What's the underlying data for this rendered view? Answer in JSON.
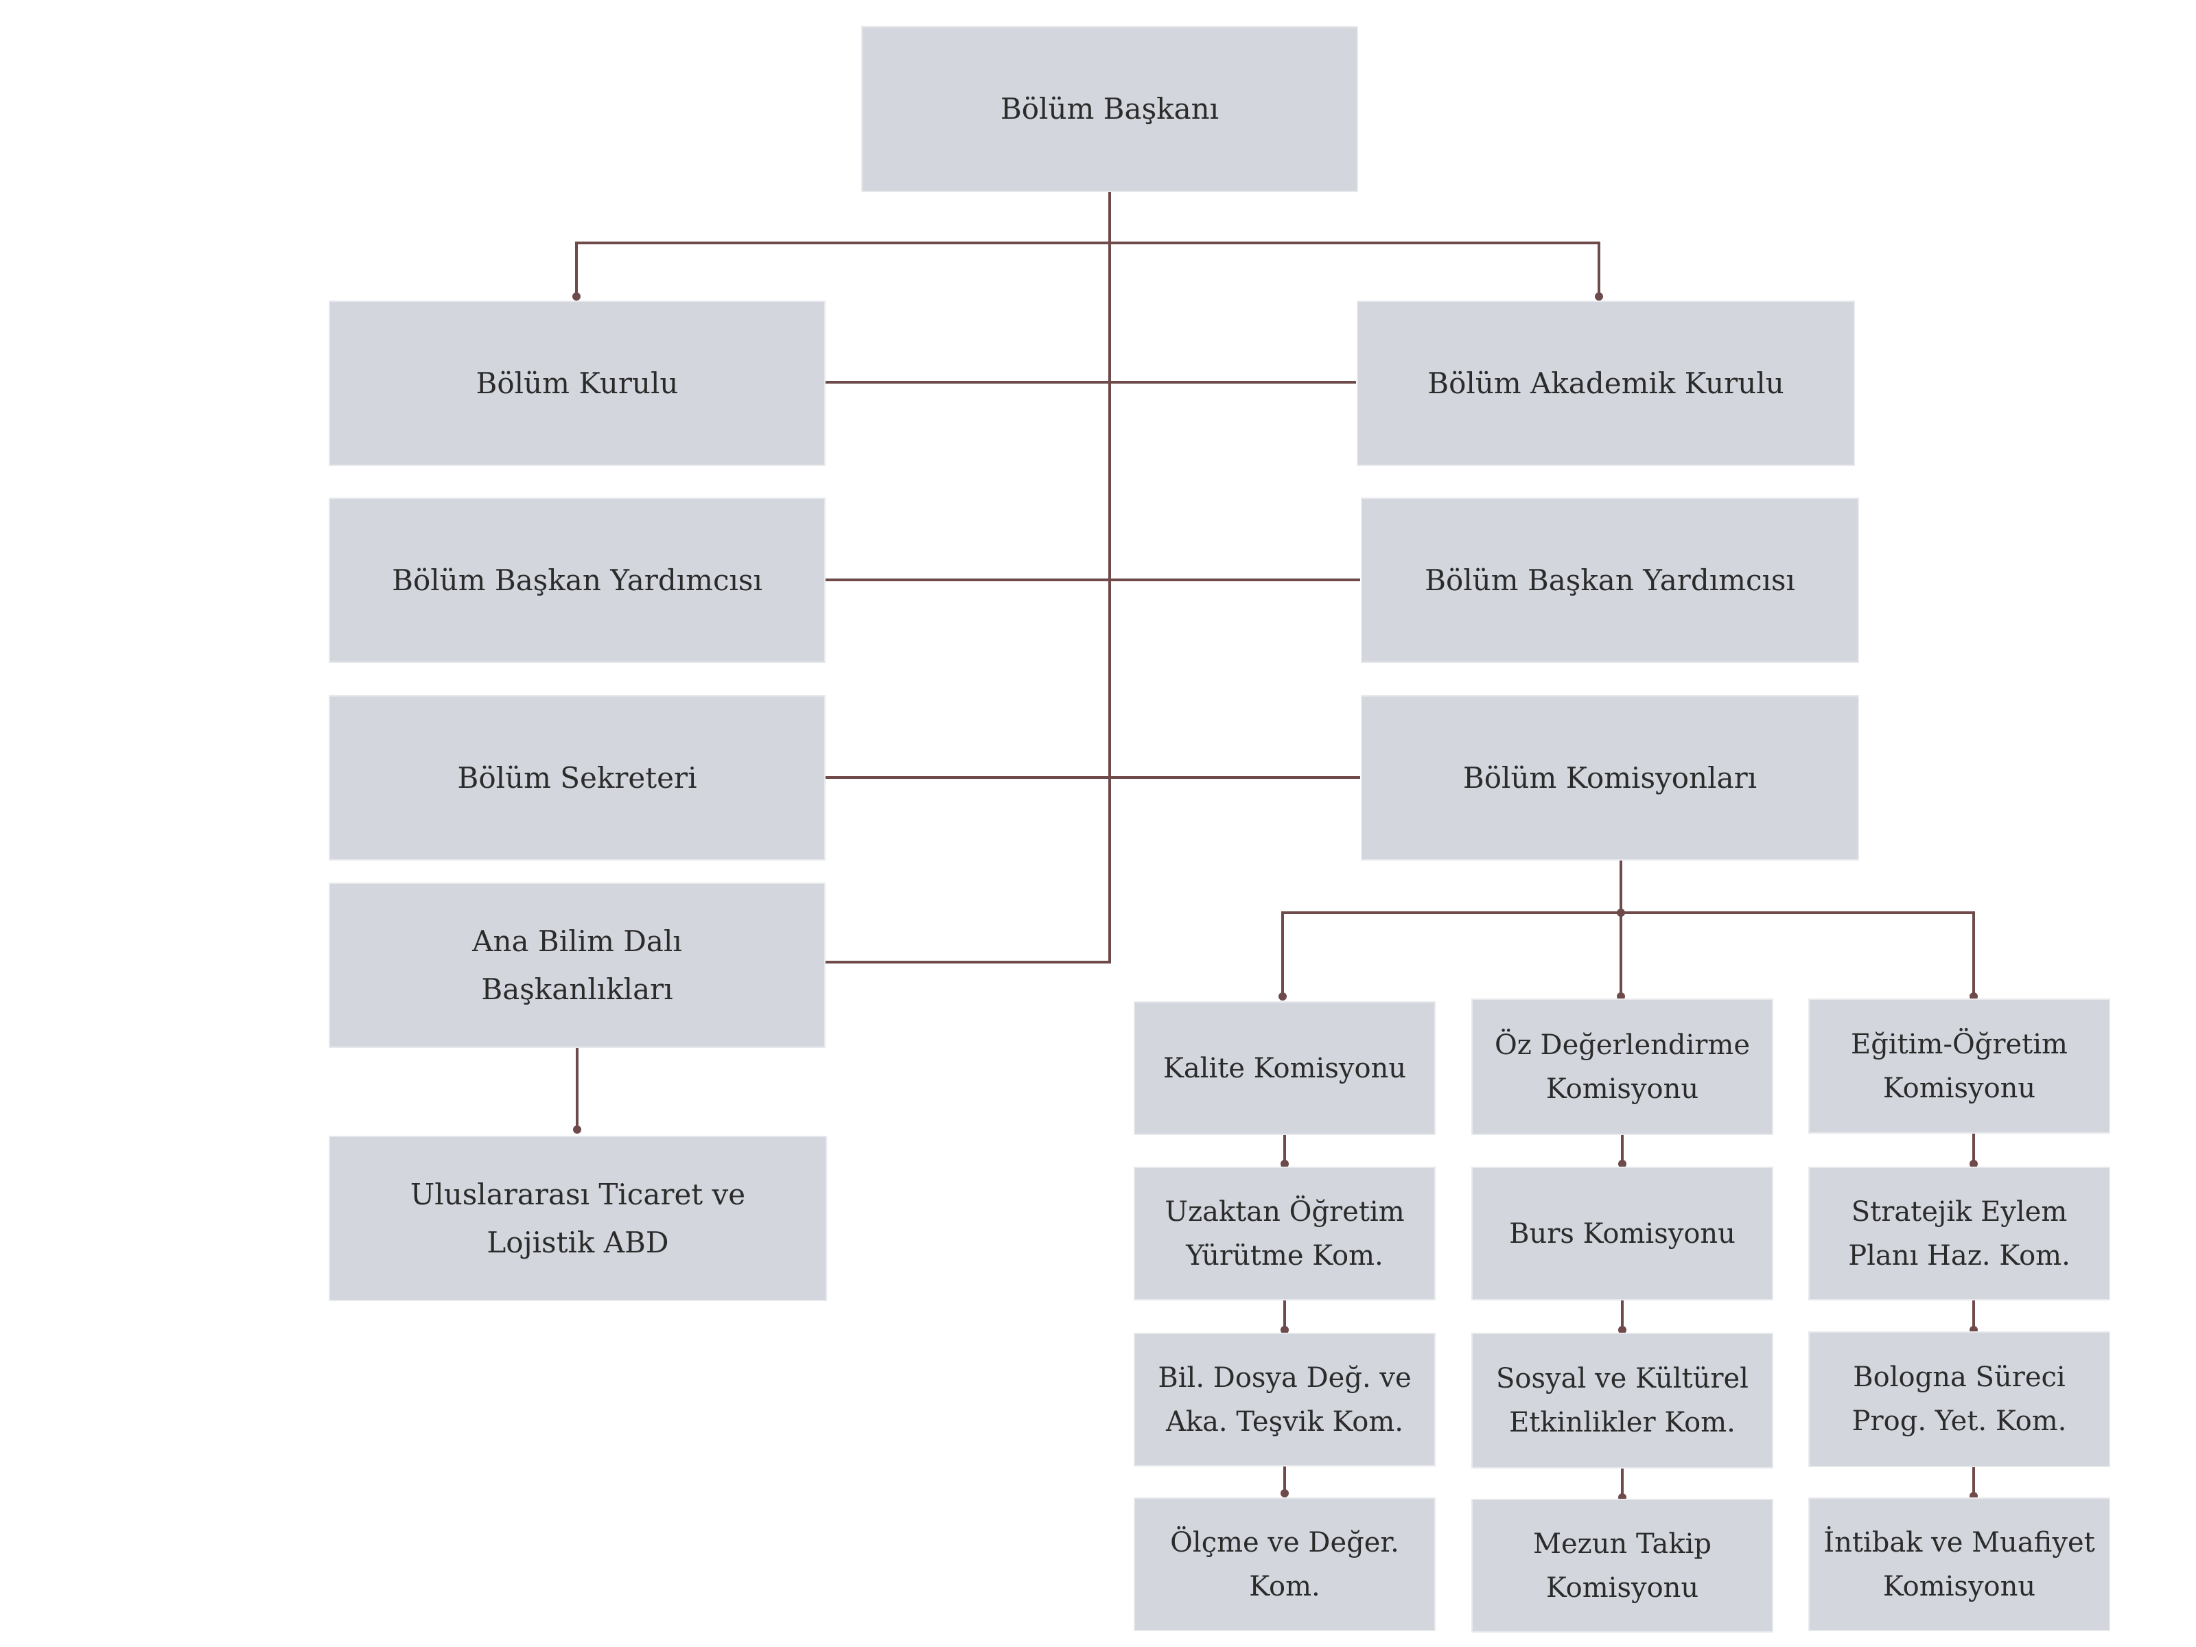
{
  "chart": {
    "root": "Bölüm Başkanı",
    "left": [
      "Bölüm Kurulu",
      "Bölüm Başkan Yardımcısı",
      "Bölüm Sekreteri",
      "Ana Bilim Dalı\nBaşkanlıkları",
      "Uluslararası Ticaret ve\nLojistik ABD"
    ],
    "right": [
      "Bölüm Akademik Kurulu",
      "Bölüm Başkan Yardımcısı",
      "Bölüm Komisyonları"
    ],
    "commissions": [
      [
        "Kalite Komisyonu",
        "Uzaktan Öğretim\nYürütme Kom.",
        "Bil. Dosya Değ. ve\nAka. Teşvik Kom.",
        "Ölçme ve Değer.\nKom."
      ],
      [
        "Öz Değerlendirme\nKomisyonu",
        "Burs Komisyonu",
        "Sosyal ve Kültürel\nEtkinlikler Kom.",
        "Mezun Takip\nKomisyonu"
      ],
      [
        "Eğitim-Öğretim\nKomisyonu",
        "Stratejik Eylem\nPlanı Haz. Kom.",
        "Bologna Süreci\nProg. Yet. Kom.",
        "İntibak ve Muafiyet\nKomisyonu"
      ]
    ]
  },
  "colors": {
    "box_fill": "#d3d7dd",
    "connector": "#6e4a4a",
    "text": "#2b2b2b"
  }
}
